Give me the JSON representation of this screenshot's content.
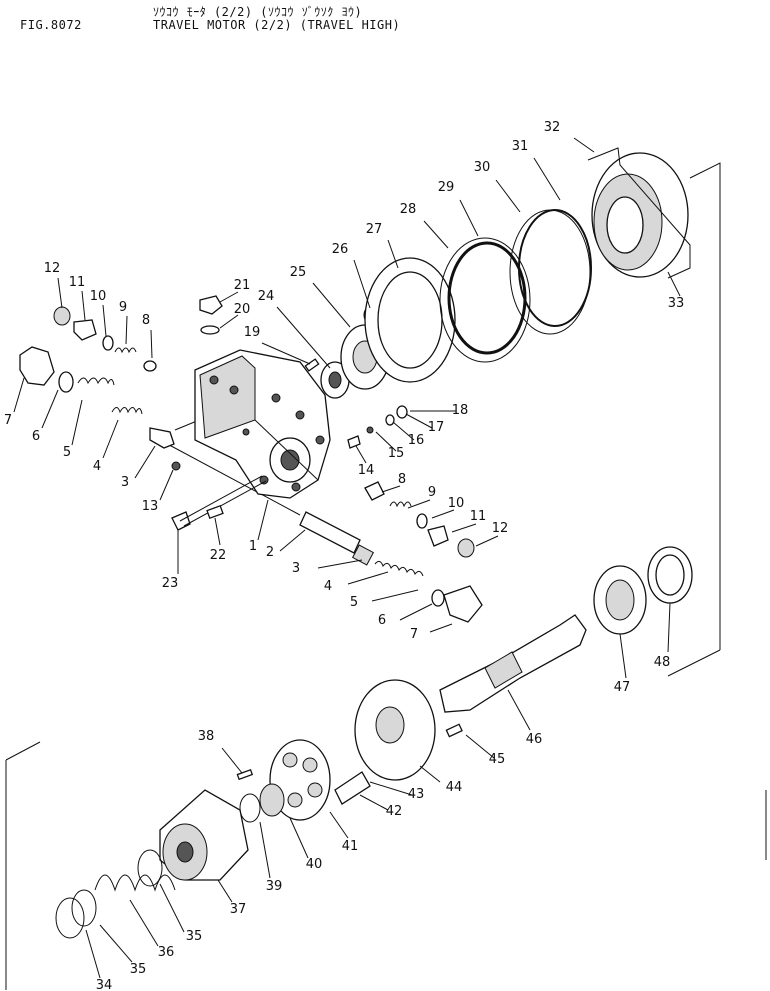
{
  "header": {
    "figure": "FIG.8072",
    "title_jp": "ｿｳｺｳ ﾓｰﾀ (2/2) (ｿｳｺｳ ｿﾞｳｿｸ ﾖｳ)",
    "title_en": "TRAVEL MOTOR (2/2) (TRAVEL HIGH)"
  },
  "callouts": [
    "1",
    "2",
    "3",
    "3",
    "4",
    "4",
    "5",
    "5",
    "6",
    "6",
    "7",
    "7",
    "8",
    "8",
    "9",
    "9",
    "10",
    "10",
    "11",
    "11",
    "12",
    "12",
    "13",
    "14",
    "15",
    "16",
    "17",
    "18",
    "19",
    "20",
    "21",
    "22",
    "23",
    "24",
    "25",
    "26",
    "27",
    "28",
    "29",
    "30",
    "31",
    "32",
    "33",
    "34",
    "35",
    "35",
    "36",
    "37",
    "38",
    "39",
    "40",
    "41",
    "42",
    "43",
    "44",
    "45",
    "46",
    "47",
    "48"
  ]
}
